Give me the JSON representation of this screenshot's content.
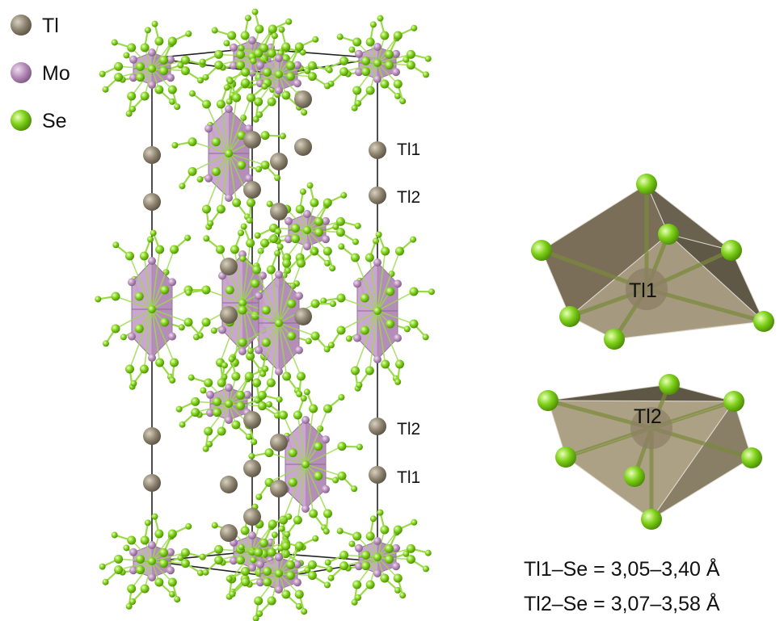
{
  "legend": {
    "items": [
      {
        "label": "Tl",
        "color": "#8e8470"
      },
      {
        "label": "Mo",
        "color": "#b48ab8"
      },
      {
        "label": "Se",
        "color": "#7fd11a"
      }
    ]
  },
  "colors": {
    "tl": "#8e8470",
    "mo": "#b48ab8",
    "mo_poly": "#c6a0cc",
    "se": "#7fd11a",
    "bond": "#9ad94a",
    "cell_edge": "#222222",
    "tl_poly": "#8c7d62"
  },
  "structure": {
    "site_labels_top": [
      "Tl1",
      "Tl2"
    ],
    "site_labels_bottom": [
      "Tl2",
      "Tl1"
    ]
  },
  "polyhedra": {
    "tl1_label": "Tl1",
    "tl2_label": "Tl2"
  },
  "distances": {
    "line1": "Tl1–Se = 3,05–3,40 Å",
    "line2": "Tl2–Se = 3,07–3,58 Å"
  }
}
